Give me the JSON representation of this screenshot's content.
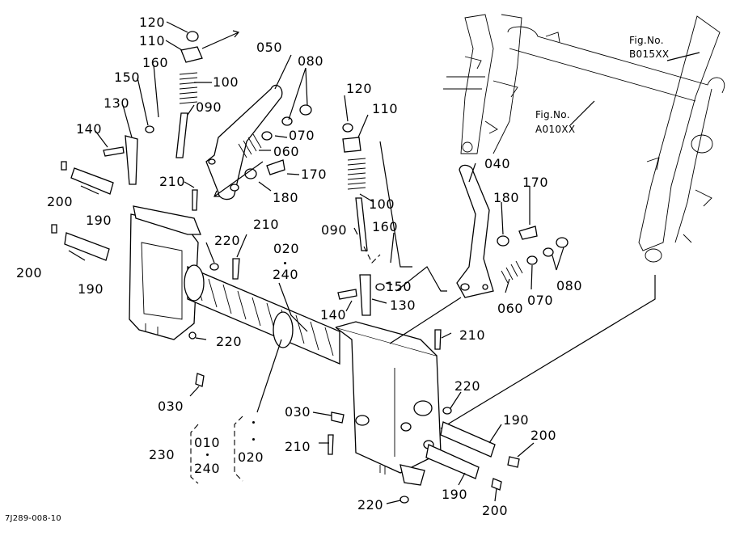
{
  "labels": {
    "p120a": "120",
    "p110a": "110",
    "p160a": "160",
    "p100a": "100",
    "p150a": "150",
    "p130a": "130",
    "p090a": "090",
    "p140a": "140",
    "p050": "050",
    "p080a": "080",
    "p070a": "070",
    "p060a": "060",
    "p170a": "170",
    "p210a": "210",
    "p180a": "180",
    "p200a": "200",
    "p190a": "190",
    "p220a": "220",
    "p210b": "210",
    "p020a": "020",
    "p240a": "240",
    "p200b": "200",
    "p190b": "190",
    "p220b": "220",
    "p030a": "030",
    "p120b": "120",
    "p110b": "110",
    "p040": "040",
    "p170b": "170",
    "p180b": "180",
    "p100b": "100",
    "p090b": "090",
    "p160b": "160",
    "p150b": "150",
    "p140b": "140",
    "p130b": "130",
    "p060b": "060",
    "p070b": "070",
    "p080b": "080",
    "p210c": "210",
    "p220c": "220",
    "p030b": "030",
    "p190c": "190",
    "p200c": "200",
    "p230": "230",
    "p010": "010",
    "p240b": "240",
    "p020b": "020",
    "p210d": "210",
    "p190d": "190",
    "p220d": "220",
    "p200d": "200"
  },
  "refs": {
    "fig_b_label": "Fig.No.",
    "fig_b_code": "B015XX",
    "fig_a_label": "Fig.No.",
    "fig_a_code": "A010XX"
  },
  "footer": {
    "drawing_code": "7J289-008-10"
  }
}
